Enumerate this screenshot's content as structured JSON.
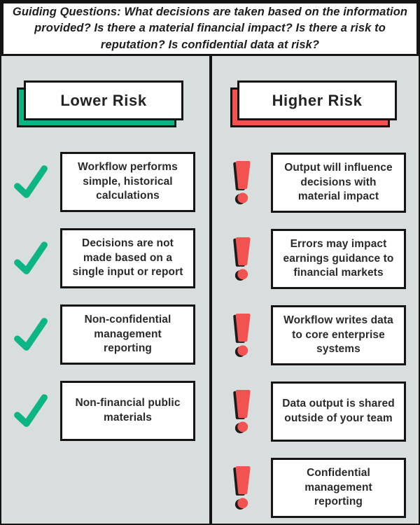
{
  "header": {
    "text": "Guiding Questions: What decisions are taken based on the information provided? Is there a material financial impact? Is there a risk to reputation? Is confidential data at risk?"
  },
  "colors": {
    "green": "#0eb584",
    "red": "#f25351",
    "background": "#d8dddd",
    "ink": "#141414"
  },
  "columns": {
    "lower": {
      "title": "Lower Risk",
      "icon": "check-icon",
      "items": [
        "Workflow performs simple, historical calculations",
        "Decisions are not made based on a single input or report",
        "Non-confidential management reporting",
        "Non-financial public materials"
      ]
    },
    "higher": {
      "title": "Higher Risk",
      "icon": "exclamation-icon",
      "items": [
        "Output will influence decisions with material impact",
        "Errors may impact earnings guidance to financial markets",
        "Workflow writes data to core enterprise systems",
        "Data output is shared outside of your team",
        "Confidential management reporting"
      ]
    }
  }
}
